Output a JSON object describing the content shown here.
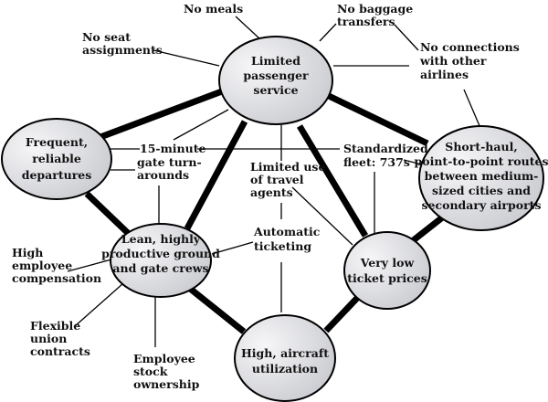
{
  "nodes": {
    "limited_service": [
      "Limited",
      "passenger",
      "service"
    ],
    "frequent": [
      "Frequent,",
      "reliable",
      "departures"
    ],
    "short_haul": [
      "Short-haul,",
      "point-to-point routes",
      "between medium-",
      "sized cities and",
      "secondary airports"
    ],
    "lean_crews": [
      "Lean, highly",
      "productive ground",
      "and gate crews"
    ],
    "low_prices": [
      "Very low",
      "ticket prices"
    ],
    "utilization": [
      "High, aircraft",
      "utilization"
    ]
  },
  "activities": {
    "no_meals": [
      "No meals"
    ],
    "no_seat": [
      "No seat",
      "assignments"
    ],
    "no_baggage": [
      "No baggage",
      "transfers"
    ],
    "no_connections": [
      "No connections",
      "with other",
      "airlines"
    ],
    "turnarounds": [
      "15-minute",
      "gate turn-",
      "arounds"
    ],
    "travel_agents": [
      "Limited use",
      "of travel",
      "agents"
    ],
    "fleet": [
      "Standardized",
      "fleet: 737s"
    ],
    "ticketing": [
      "Automatic",
      "ticketing"
    ],
    "compensation": [
      "High",
      "employee",
      "compensation"
    ],
    "union": [
      "Flexible",
      "union",
      "contracts"
    ],
    "stock": [
      "Employee",
      "stock",
      "ownership"
    ]
  }
}
